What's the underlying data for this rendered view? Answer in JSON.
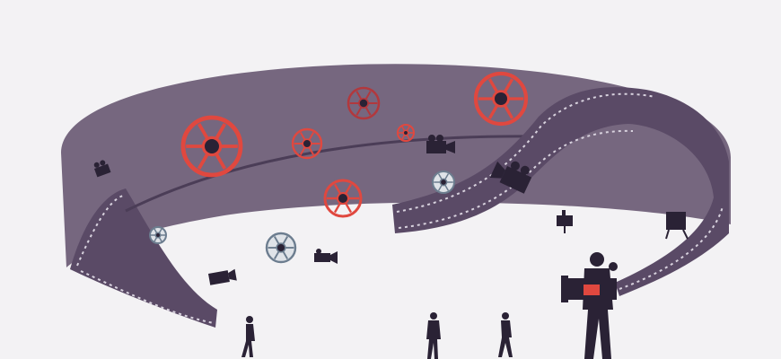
{
  "colors": {
    "background": "#f3f2f4",
    "band": "#76677f",
    "film_strip": "#5a4a66",
    "reel_red": "#e0483f",
    "reel_gray": "#6c7d8f",
    "silhouette": "#2a2235"
  },
  "icons": [
    "film-reel-icon",
    "movie-camera-icon",
    "film-strip",
    "person-silhouette",
    "cameraman-silhouette"
  ]
}
